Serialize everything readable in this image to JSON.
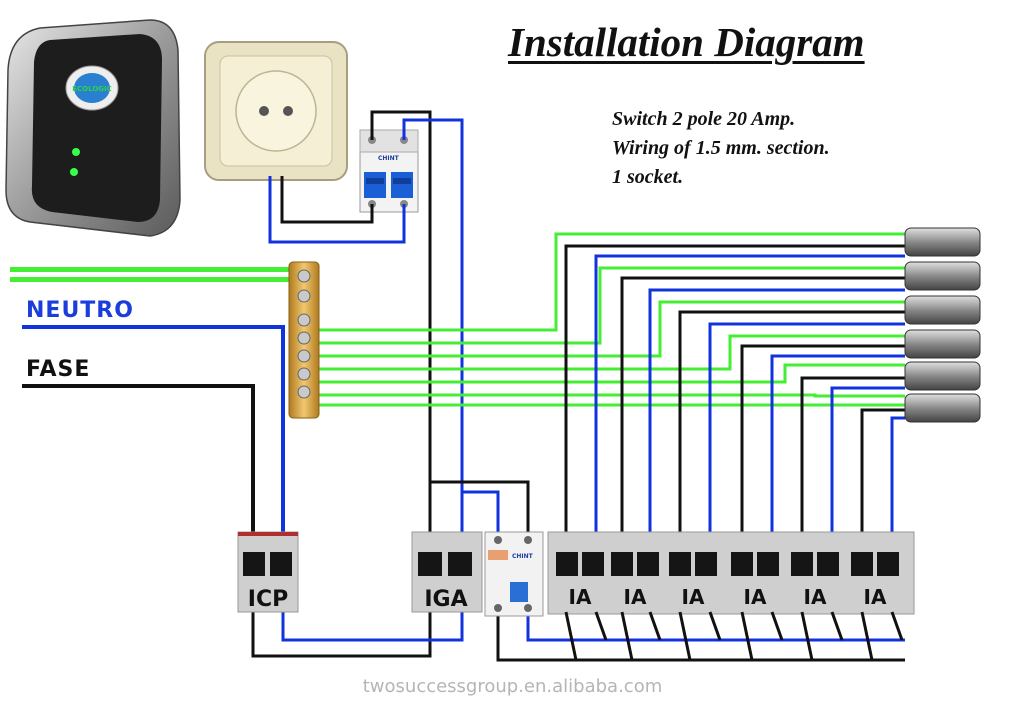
{
  "title": "Installation Diagram",
  "specs": [
    "Switch 2 pole 20 Amp.",
    "Wiring of 1.5 mm. section.",
    "1 socket."
  ],
  "wire_labels": {
    "neutral": "NEUTRO",
    "phase": "FASE"
  },
  "breakers": {
    "icp": "ICP",
    "iga": "IGA",
    "ia": [
      "IA",
      "IA",
      "IA",
      "IA",
      "IA",
      "IA"
    ]
  },
  "device_brand": "ECOLOGIC",
  "breaker_brand": "CHINT",
  "watermark": "twosuccessgroup.en.alibaba.com",
  "colors": {
    "earth": "#44ee33",
    "neutral": "#1133dd",
    "phase": "#111111",
    "breaker": "#cfcfcf",
    "busbar": "#d9a84a",
    "outlet": "#ece6c6"
  }
}
